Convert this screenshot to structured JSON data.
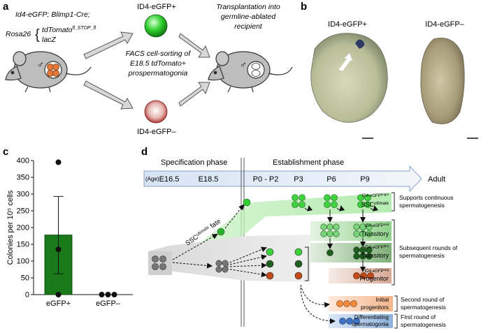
{
  "panel_labels": {
    "a": "a",
    "b": "b",
    "c": "c",
    "d": "d"
  },
  "panel_a": {
    "genotype_line1": "Id4-eGFP; Blimp1-Cre;",
    "genotype_rosa": "Rosa26",
    "genotype_tdtomato": "tdTomato",
    "genotype_tdtomato_sup": "fl_STOP_fl",
    "genotype_lacz": "lacZ",
    "facs_line1": "FACS cell-sorting of",
    "facs_line2": "E18.5 tdTomato+",
    "facs_line3": "prospermatogonia",
    "pos_label": "ID4-eGFP+",
    "neg_label": "ID4-eGFP–",
    "transplant_line1": "Transplantation into",
    "transplant_line2": "germline-ablated",
    "transplant_line3": "recipient",
    "male_symbol": "♂",
    "colors": {
      "green": "#2fbf2f",
      "red": "#b5241f"
    }
  },
  "panel_b": {
    "pos_title": "ID4-eGFP+",
    "neg_title": "ID4-eGFP–"
  },
  "chart_data": {
    "type": "bar",
    "categories": [
      "eGFP+",
      "eGFP–"
    ],
    "values": [
      178,
      0
    ],
    "error": [
      [
        62,
        293
      ],
      [
        0,
        0
      ]
    ],
    "points": [
      [
        395,
        135,
        0
      ],
      [
        0,
        0,
        0
      ]
    ],
    "ylabel": "Colonies per 10⁵ cells",
    "ylim": [
      0,
      400
    ],
    "yticks": [
      0,
      50,
      100,
      150,
      200,
      250,
      300,
      350,
      400
    ],
    "bar_color": "#1a7a1a"
  },
  "panel_d": {
    "spec_phase": "Specification phase",
    "est_phase": "Establishment phase",
    "age_label": "(Age)",
    "ages": [
      "E16.5",
      "E18.5",
      "P0 - P2",
      "P3",
      "P6",
      "P9"
    ],
    "adult": "Adult",
    "ssc_fate_main": "SSC",
    "ssc_fate_sup": "ultimate",
    "ssc_fate_end": " fate",
    "states": {
      "high": {
        "sup": "ID4-eGFP",
        "sup2": "bright",
        "name": "SSC",
        "name_sup": "ultimate"
      },
      "mid": {
        "sup": "ID4-eGFP",
        "sup2": "mid",
        "name": "Transitory"
      },
      "dim": {
        "sup": "ID4-eGFP",
        "sup2": "dim",
        "name": "Transitory"
      },
      "neg": {
        "sup": "ID4-eGFP",
        "sup2": "neg",
        "name": "Progenitor"
      },
      "initial": {
        "line1": "Initial",
        "line2": "progenitors"
      },
      "diff": {
        "line1": "Differentiating",
        "line2": "spermatogonia"
      }
    },
    "right_notes": {
      "n1a": "Supports continuous",
      "n1b": "spermatogenesis",
      "n2a": "Subsequent rounds of",
      "n2b": "spermatogenesis",
      "n3a": "Second round of",
      "n3b": "spermatogenesis",
      "n4a": "First round of",
      "n4b": "spermatogenesis"
    }
  }
}
